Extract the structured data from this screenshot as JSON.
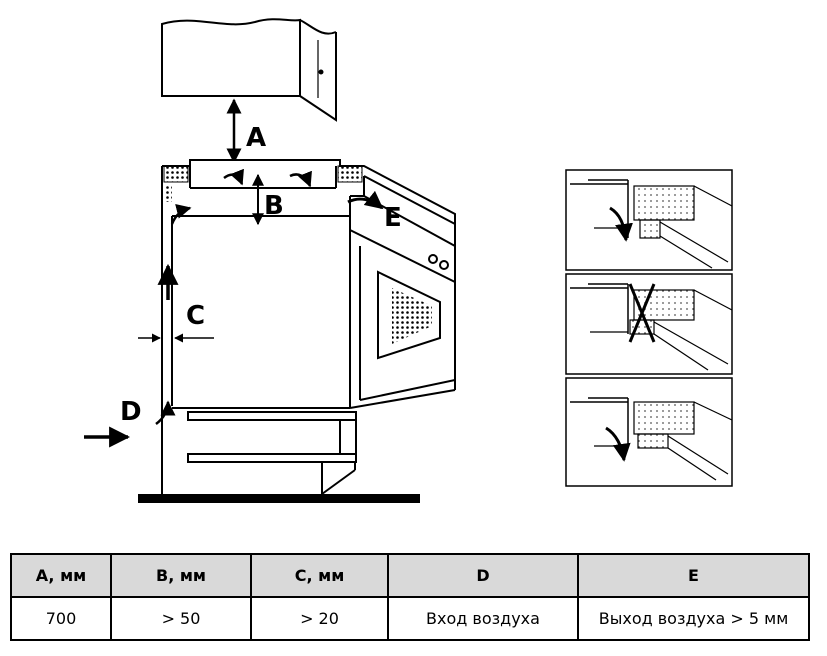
{
  "diagram": {
    "labels": {
      "a": "A",
      "b": "B",
      "c": "C",
      "d": "D",
      "e": "E"
    }
  },
  "table": {
    "headers": [
      "A, мм",
      "B, мм",
      "C, мм",
      "D",
      "E"
    ],
    "values": [
      "700",
      "> 50",
      "> 20",
      "Вход воздуха",
      "Выход воздуха > 5 мм"
    ]
  }
}
